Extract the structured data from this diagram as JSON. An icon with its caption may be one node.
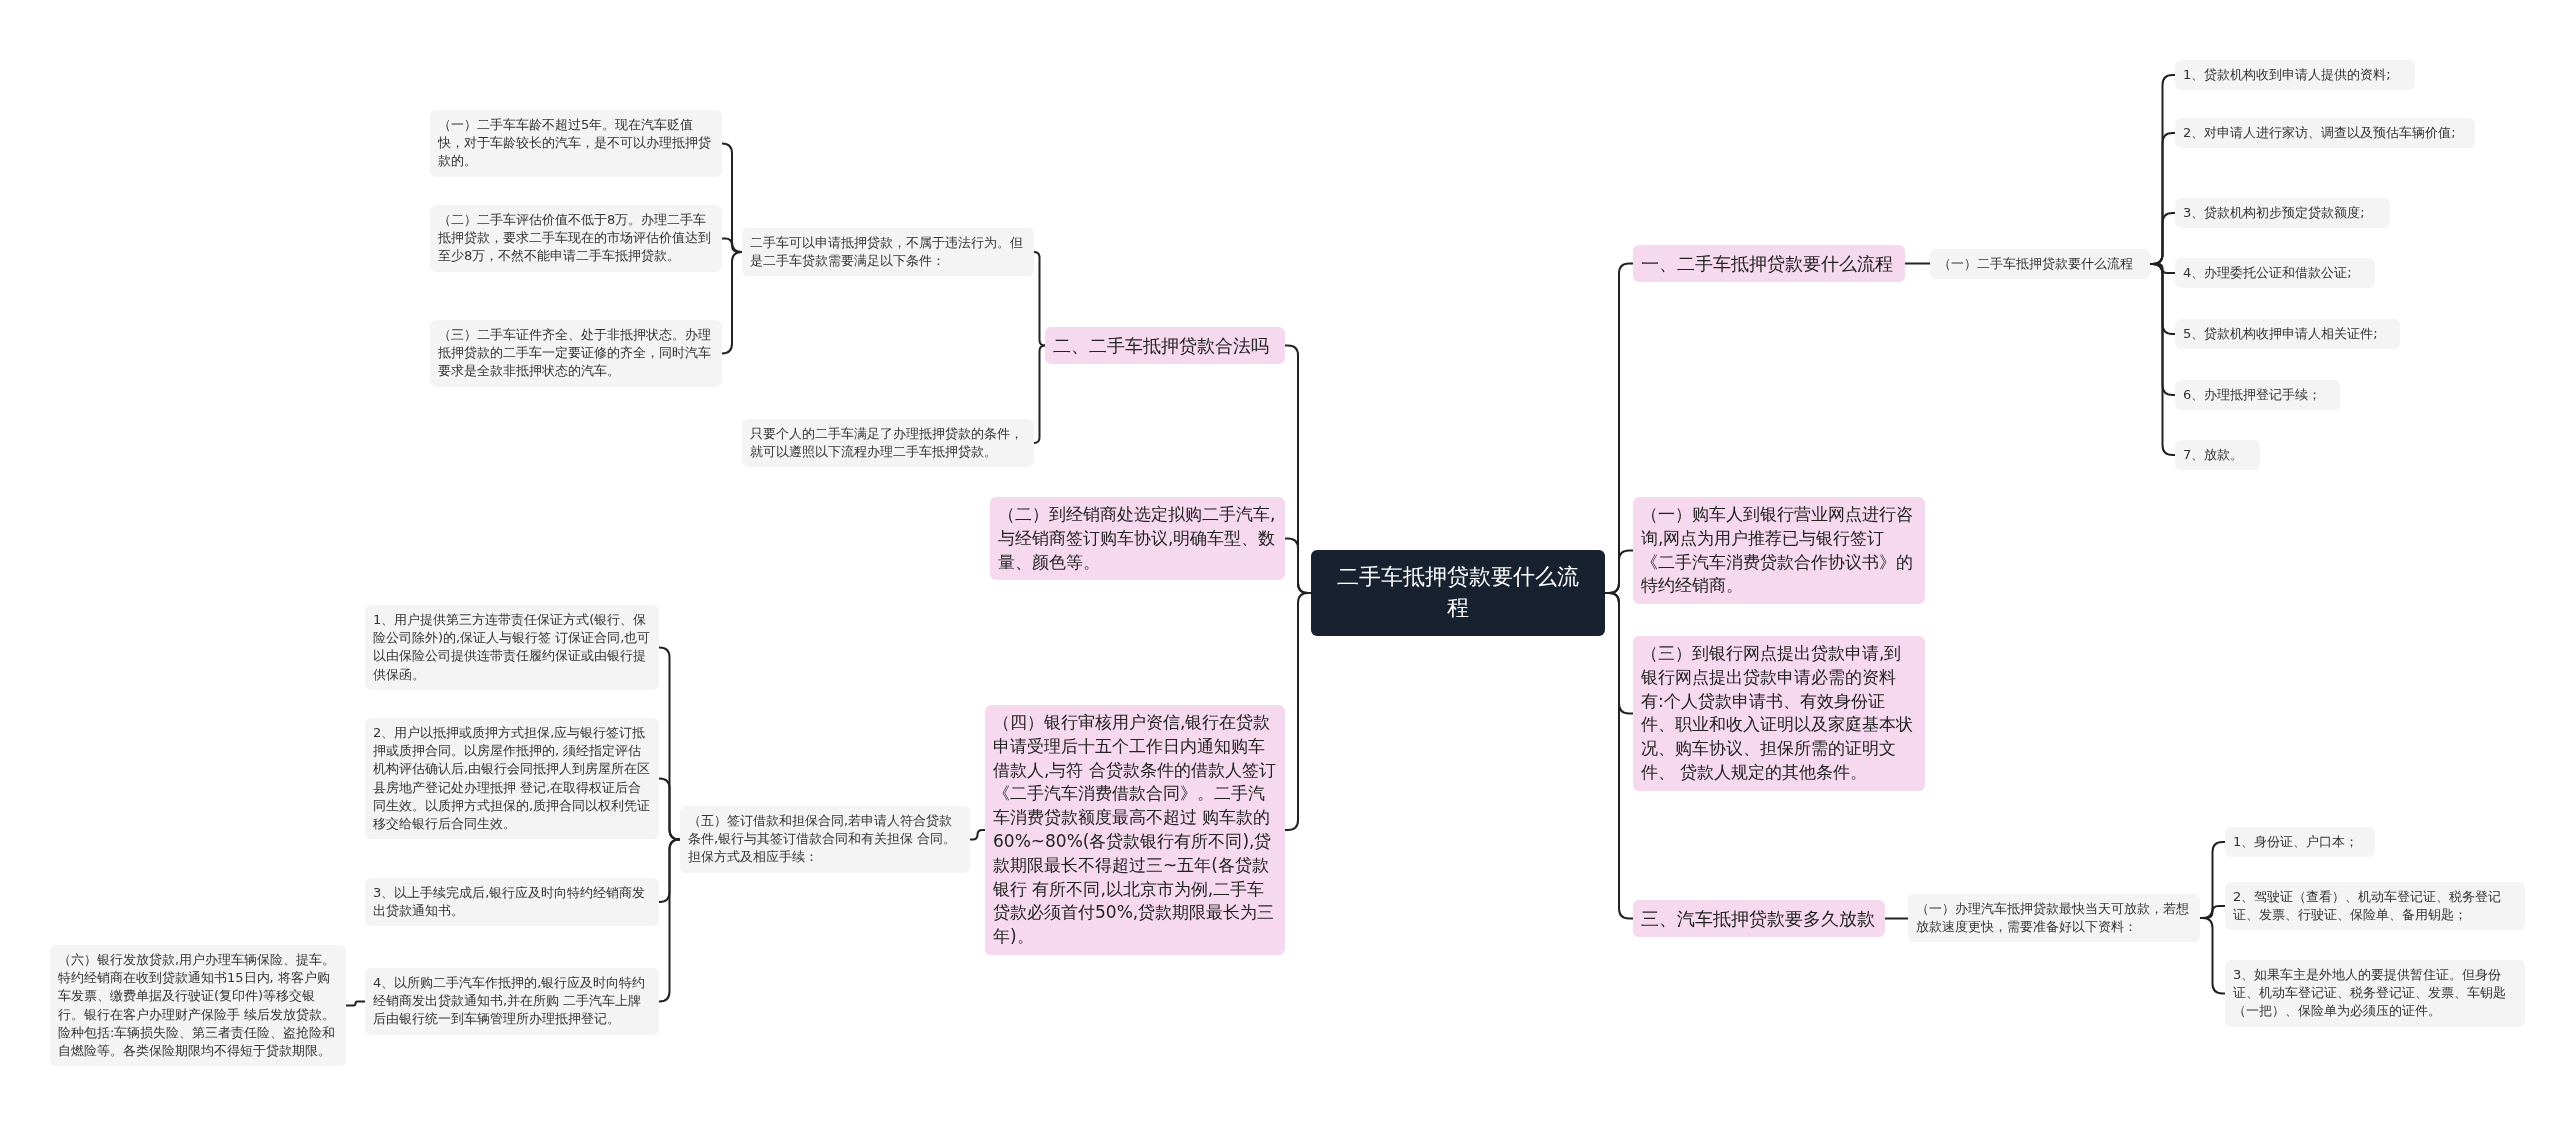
{
  "diagram": {
    "nodes": [
      {
        "text": [
          "二手车抵押贷款要什么流程"
        ]
      },
      {
        "text": [
          "二、二手车抵押贷款合法吗"
        ]
      },
      {
        "text": [
          "二手车可以申请抵押贷款，不属于违法行为。但是二手车贷款需要满足以下条件："
        ]
      },
      {
        "text": [
          "（一）二手车车龄不超过5年。现在汽车贬值快，对于车龄较长的汽车，是不可以办理抵押贷款的。"
        ]
      },
      {
        "text": [
          "（二）二手车评估价值不低于8万。办理二手车抵押贷款，要求二手车现在的市场评估价值达到至少8万，不然不能申请二手车抵押贷款。"
        ]
      },
      {
        "text": [
          "（三）二手车证件齐全、处于非抵押状态。办理抵押贷款的二手车一定要证修的齐全，同时汽车要求是全款非抵押状态的汽车。"
        ]
      },
      {
        "text": [
          "只要个人的二手车满足了办理抵押贷款的条件，就可以遵照以下流程办理二手车抵押贷款。"
        ]
      },
      {
        "text": [
          "（二）到经销商处选定拟购二手汽车,与经销商签订购车协议,明确车型、数量、颜色等。"
        ]
      },
      {
        "text": [
          "（四）银行审核用户资信,银行在贷款申请受理后十五个工作日内通知购车借款人,与符 合贷款条件的借款人签订《二手汽车消费借款合同》。二手汽车消费贷款额度最高不超过 购车款的60%~80%(各贷款银行有所不同),贷款期限最长不得超过三~五年(各贷款银行 有所不同,以北京市为例,二手车贷款必须首付50%,贷款期限最长为三年)。"
        ]
      },
      {
        "text": [
          "（五）签订借款和担保合同,若申请人符合贷款条件,银行与其签订借款合同和有关担保 合同。担保方式及相应手续："
        ]
      },
      {
        "text": [
          "1、用户提供第三方连带责任保证方式(银行、保险公司除外)的,保证人与银行签 订保证合同,也可以由保险公司提供连带责任履约保证或由银行提供保函。"
        ]
      },
      {
        "text": [
          "2、用户以抵押或质押方式担保,应与银行签订抵押或质押合同。以房屋作抵押的, 须经指定评估机构评估确认后,由银行会同抵押人到房屋所在区县房地产登记处办理抵押 登记,在取得权证后合同生效。以质押方式担保的,质押合同以权利凭证移交给银行后合同生效。"
        ]
      },
      {
        "text": [
          "3、以上手续完成后,银行应及时向特约经销商发出贷款通知书。"
        ]
      },
      {
        "text": [
          "4、以所购二手汽车作抵押的,银行应及时向特约经销商发出贷款通知书,并在所购 二手汽车上牌后由银行统一到车辆管理所办理抵押登记。"
        ]
      },
      {
        "text": [
          "（六）银行发放贷款,用户办理车辆保险、提车。特约经销商在收到贷款通知书15日内, 将客户购车发票、缴费单据及行驶证(复印件)等移交银行。银行在客户办理财产保险手 续后发放贷款。险种包括:车辆损失险、第三者责任险、盗抢险和自燃险等。各类保险期限均不得短于贷款期限。"
        ]
      },
      {
        "text": [
          "一、二手车抵押贷款要什么流程"
        ]
      },
      {
        "text": [
          "（一）二手车抵押贷款要什么流程"
        ]
      },
      {
        "text": [
          "1、贷款机构收到申请人提供的资料;"
        ]
      },
      {
        "text": [
          "2、对申请人进行家访、调查以及预估车辆价值;"
        ]
      },
      {
        "text": [
          "3、贷款机构初步预定贷款额度;"
        ]
      },
      {
        "text": [
          "4、办理委托公证和借款公证;"
        ]
      },
      {
        "text": [
          "5、贷款机构收押申请人相关证件;"
        ]
      },
      {
        "text": [
          "6、办理抵押登记手续；"
        ]
      },
      {
        "text": [
          "7、放款。"
        ]
      },
      {
        "text": [
          "（一）购车人到银行营业网点进行咨询,网点为用户推荐已与银行签订《二手汽车消费贷款合作协议书》的特约经销商。"
        ]
      },
      {
        "text": [
          "（三）到银行网点提出贷款申请,到银行网点提出贷款申请必需的资料有:个人贷款申请书、有效身份证件、职业和收入证明以及家庭基本状况、购车协议、担保所需的证明文件、 贷款人规定的其他条件。"
        ]
      },
      {
        "text": [
          "三、汽车抵押贷款要多久放款"
        ]
      },
      {
        "text": [
          "（一）办理汽车抵押贷款最快当天可放款，若想放款速度更快，需要准备好以下资料："
        ]
      },
      {
        "text": [
          "1、身份证、户口本；"
        ]
      },
      {
        "text": [
          "2、驾驶证（查看）、机动车登记证、税务登记证、发票、行驶证、保险单、备用钥匙；"
        ]
      },
      {
        "text": [
          "3、如果车主是外地人的要提供暂住证。但身份证、机动车登记证、税务登记证、发票、车钥匙（一把）、保险单为必须压的证件。"
        ]
      }
    ],
    "edges": [
      {
        "from": 0,
        "to": 1,
        "arrow": "none"
      },
      {
        "from": 1,
        "to": 2,
        "arrow": "none"
      },
      {
        "from": 2,
        "to": 3,
        "arrow": "none"
      },
      {
        "from": 2,
        "to": 4,
        "arrow": "none"
      },
      {
        "from": 2,
        "to": 5,
        "arrow": "none"
      },
      {
        "from": 1,
        "to": 6,
        "arrow": "none"
      },
      {
        "from": 0,
        "to": 7,
        "arrow": "none"
      },
      {
        "from": 0,
        "to": 8,
        "arrow": "none"
      },
      {
        "from": 8,
        "to": 9,
        "arrow": "none"
      },
      {
        "from": 9,
        "to": 10,
        "arrow": "none"
      },
      {
        "from": 9,
        "to": 11,
        "arrow": "none"
      },
      {
        "from": 9,
        "to": 12,
        "arrow": "none"
      },
      {
        "from": 9,
        "to": 13,
        "arrow": "none"
      },
      {
        "from": 13,
        "to": 14,
        "arrow": "none"
      },
      {
        "from": 0,
        "to": 15,
        "arrow": "none"
      },
      {
        "from": 15,
        "to": 16,
        "arrow": "none"
      },
      {
        "from": 16,
        "to": 17,
        "arrow": "none"
      },
      {
        "from": 16,
        "to": 18,
        "arrow": "none"
      },
      {
        "from": 16,
        "to": 19,
        "arrow": "none"
      },
      {
        "from": 16,
        "to": 20,
        "arrow": "none"
      },
      {
        "from": 16,
        "to": 21,
        "arrow": "none"
      },
      {
        "from": 16,
        "to": 22,
        "arrow": "none"
      },
      {
        "from": 16,
        "to": 23,
        "arrow": "none"
      },
      {
        "from": 0,
        "to": 24,
        "arrow": "none"
      },
      {
        "from": 0,
        "to": 25,
        "arrow": "none"
      },
      {
        "from": 0,
        "to": 26,
        "arrow": "none"
      },
      {
        "from": 26,
        "to": 27,
        "arrow": "none"
      },
      {
        "from": 27,
        "to": 28,
        "arrow": "none"
      },
      {
        "from": 27,
        "to": 29,
        "arrow": "none"
      },
      {
        "from": 27,
        "to": 30,
        "arrow": "none"
      }
    ]
  }
}
